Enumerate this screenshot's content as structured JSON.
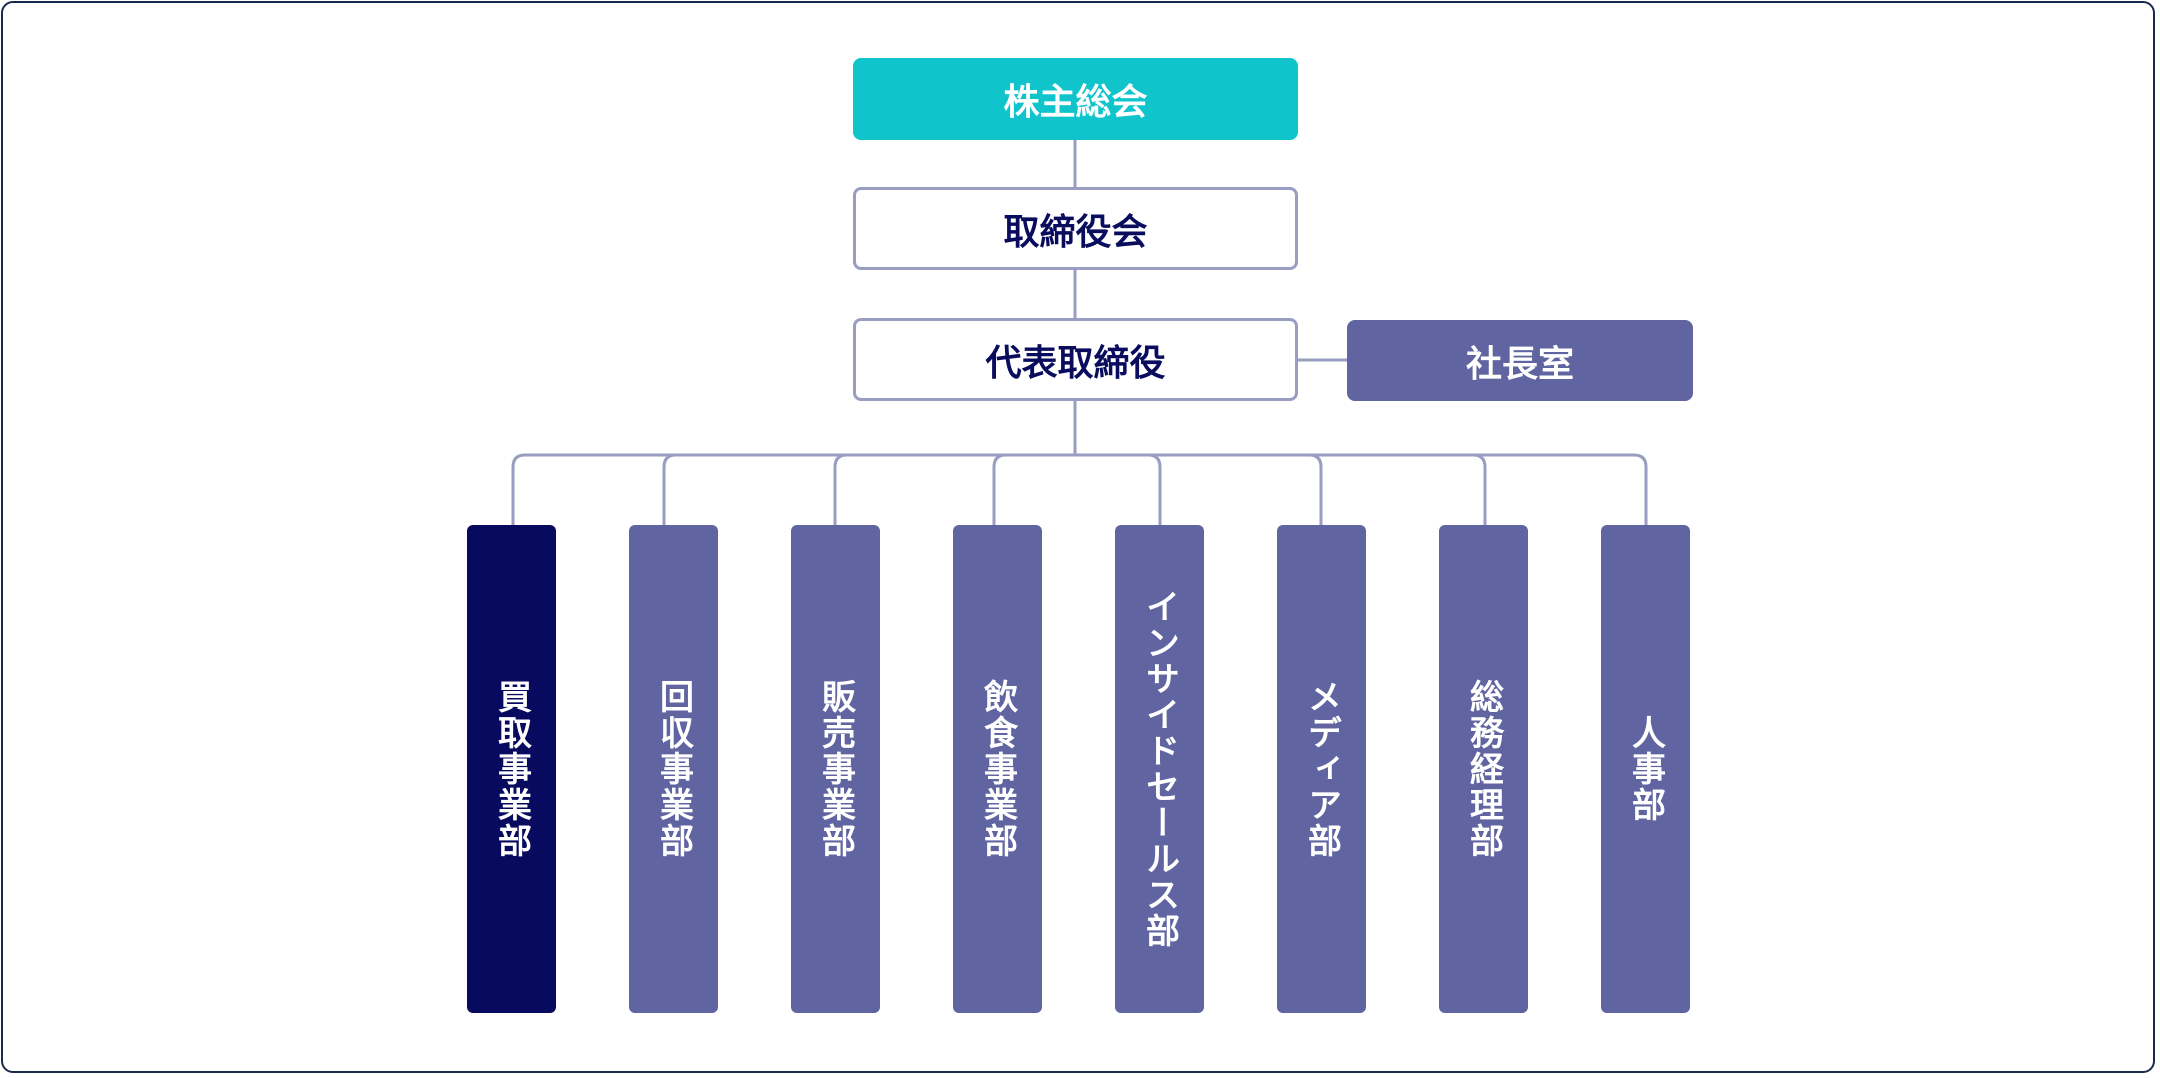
{
  "shareholders": "株主総会",
  "board": "取締役会",
  "ceo": "代表取締役",
  "president_office": "社長室",
  "departments": [
    "買取事業部",
    "回収事業部",
    "販売事業部",
    "飲食事業部",
    "インサイドセールス部",
    "メディア部",
    "総務経理部",
    "人事部"
  ],
  "colors": {
    "shareholders": "#10c4cb",
    "department": "#6064a0",
    "department_active": "#070a5e",
    "outline": "#9a9dc2",
    "text_dark": "#0a0d5e"
  }
}
